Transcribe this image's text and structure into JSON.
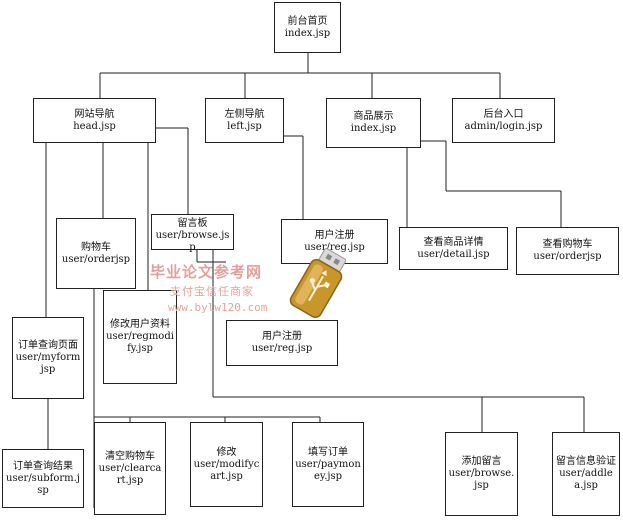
{
  "nodes": {
    "home": {
      "title": "前台首页",
      "file": "index.jsp"
    },
    "nav": {
      "title": "网站导航",
      "file": "head.jsp"
    },
    "left": {
      "title": "左侧导航",
      "file": "left.jsp"
    },
    "goods": {
      "title": "商品展示",
      "file": "index.jsp"
    },
    "admin": {
      "title": "后台入口",
      "file": "admin/login.jsp"
    },
    "cart": {
      "title": "购物车",
      "file": "user/orderjsp"
    },
    "board": {
      "title": "留言板",
      "file": "user/browse.jsp"
    },
    "reg1": {
      "title": "用户注册",
      "file": "user/reg.jsp"
    },
    "detail": {
      "title": "查看商品详情",
      "file": "user/detail.jsp"
    },
    "viewcart": {
      "title": "查看购物车",
      "file": "user/orderjsp"
    },
    "orderq": {
      "title": "订单查询页面",
      "file": "user/myformjsp"
    },
    "modify": {
      "title": "修改用户资料",
      "file": "user/regmodify.jsp"
    },
    "reg2": {
      "title": "用户注册",
      "file": "user/reg.jsp"
    },
    "orderres": {
      "title": "订单查询结果",
      "file": "user/subform.jsp"
    },
    "clearcart": {
      "title": "清空购物车",
      "file": "user/clearcart.jsp"
    },
    "modcart": {
      "title": "修改",
      "file": "user/modifycart.jsp"
    },
    "payorder": {
      "title": "填写订单",
      "file": "user/paymoney.jsp"
    },
    "addmsg": {
      "title": "添加留言",
      "file": "user/browse.jsp"
    },
    "msgcheck": {
      "title": "留言信息验证",
      "file": "user/addlea.jsp"
    }
  },
  "watermark": {
    "title": "毕业论文参考网",
    "subtitle": "支付宝信任商家",
    "url": "www.bylw120.com"
  },
  "colors": {
    "line": "#222222",
    "watermark": "#e3a09a",
    "usb_body": "#c8962a"
  }
}
